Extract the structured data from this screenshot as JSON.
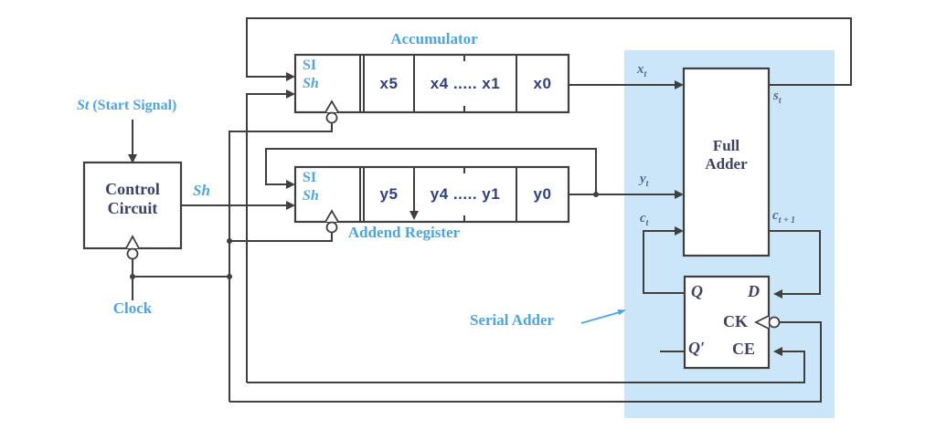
{
  "figure": {
    "kind": "serial adder with accumulator block diagram",
    "labels": {
      "accumulator_title": "Accumulator",
      "addend_title": "Addend Register",
      "serial_adder": "Serial Adder",
      "clock": "Clock",
      "sh_signal": "Sh",
      "start_italic": "St",
      "start_rest": "(Start Signal)"
    },
    "control_circuit": {
      "line1": "Control",
      "line2": "Circuit"
    },
    "full_adder": {
      "line1": "Full",
      "line2": "Adder"
    },
    "flip_flop": {
      "q": "Q",
      "d": "D",
      "ck": "CK",
      "ce": "CE",
      "q_prime": "Q′"
    },
    "accumulator": {
      "si": "SI",
      "sh": "Sh",
      "cells": [
        "x5",
        "x4 ..... x1",
        "x0"
      ]
    },
    "addend_register": {
      "si": "SI",
      "sh": "Sh",
      "cells": [
        "y5",
        "y4 ..... y1",
        "y0"
      ]
    },
    "signal_labels": {
      "xt": {
        "base": "x",
        "sub": "t"
      },
      "yt": {
        "base": "y",
        "sub": "t"
      },
      "st": {
        "base": "s",
        "sub": "t"
      },
      "ct": {
        "base": "c",
        "sub": "t"
      },
      "ct1": {
        "base": "c",
        "sub": "t + 1"
      }
    },
    "colors": {
      "label_blue": "#4da4e2",
      "shade_blue": "#cbe6f8",
      "wire": "#3f3f3f",
      "box_text_navy": "#3e4166",
      "cell_text_blue": "#2e4080",
      "signal_text": "#4e6a91"
    }
  }
}
